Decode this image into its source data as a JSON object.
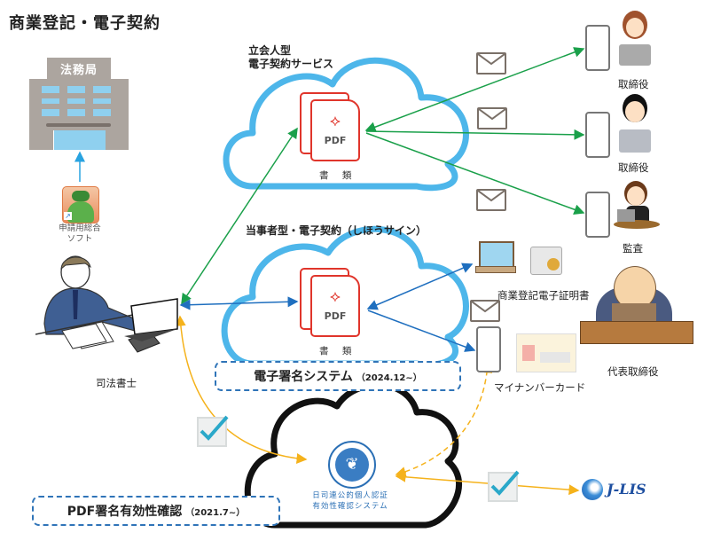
{
  "title": "商業登記・電子契約",
  "nodes": {
    "legal_bureau": {
      "label": "法務局"
    },
    "software": {
      "line1": "申請用総合",
      "line2": "ソフト"
    },
    "scrivener": {
      "label": "司法書士"
    },
    "witness_cloud": {
      "line1": "立会人型",
      "line2": "電子契約サービス",
      "doc_label": "PDF",
      "doc_caption": "書 類"
    },
    "party_cloud": {
      "title": "当事者型・電子契約（しほうサイン）",
      "doc_label": "PDF",
      "doc_caption": "書 類"
    },
    "signature_system": {
      "main": "電子署名システム",
      "sub": "（2024.12~）"
    },
    "verify_cloud": {
      "seal_line1": "日司連公的個人認証",
      "seal_line2": "有効性確認システム"
    },
    "pdf_verify": {
      "main": "PDF署名有効性確認",
      "sub": "（2021.7~）"
    },
    "director1": {
      "label": "取締役"
    },
    "director2": {
      "label": "取締役"
    },
    "auditor": {
      "label": "監査"
    },
    "commercial_cert": {
      "label": "商業登記電子証明書"
    },
    "mynumber": {
      "label": "マイナンバーカード"
    },
    "representative": {
      "label": "代表取締役"
    },
    "jlis": {
      "label": "J-LIS"
    }
  },
  "colors": {
    "cloud_blue": "#4db6ea",
    "arrow_green": "#1aa04a",
    "arrow_blue": "#1f6fbf",
    "arrow_yellow": "#f5b21b",
    "pdf_red": "#e0352b",
    "dash_blue": "#2f74b8"
  }
}
